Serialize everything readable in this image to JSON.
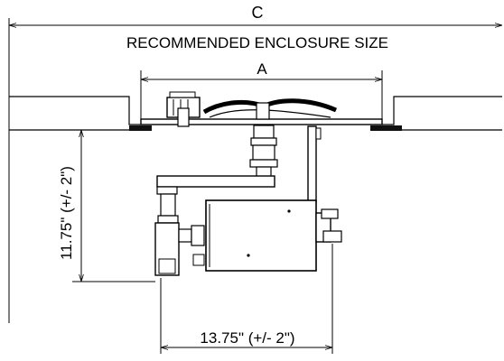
{
  "labels": {
    "dim_c": "C",
    "enclosure_caption": "RECOMMENDED ENCLOSURE SIZE",
    "dim_a": "A",
    "height_dim": "11.75\" (+/- 2\")",
    "width_dim": "13.75\" (+/- 2\")"
  }
}
